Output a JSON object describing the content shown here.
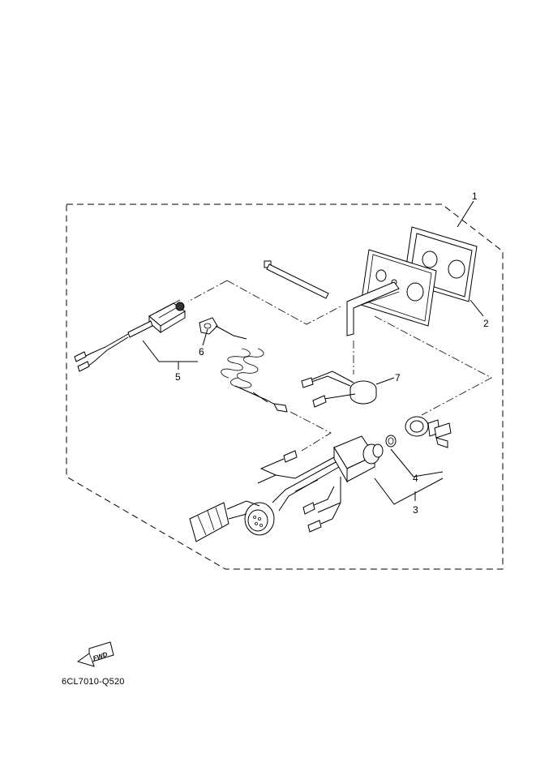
{
  "diagram": {
    "callouts": [
      "1",
      "2",
      "3",
      "4",
      "5",
      "6",
      "7"
    ],
    "fwd_label": "FWD",
    "drawing_code": "6CL7010-Q520"
  }
}
